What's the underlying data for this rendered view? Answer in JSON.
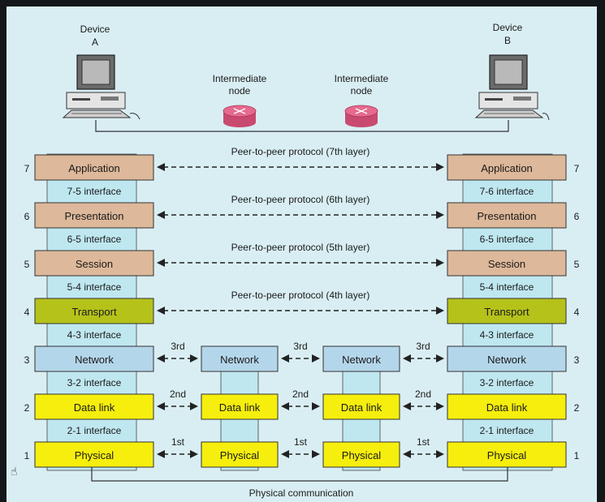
{
  "devices": {
    "a": {
      "title": "Device",
      "id": "A"
    },
    "b": {
      "title": "Device",
      "id": "B"
    }
  },
  "intermediate": {
    "line1": "Intermediate",
    "line2": "node"
  },
  "layers": [
    {
      "num": "7",
      "name": "Application",
      "color": "#ddb89a"
    },
    {
      "num": "6",
      "name": "Presentation",
      "color": "#ddb89a"
    },
    {
      "num": "5",
      "name": "Session",
      "color": "#ddb89a"
    },
    {
      "num": "4",
      "name": "Transport",
      "color": "#b5c21a"
    },
    {
      "num": "3",
      "name": "Network",
      "color": "#b4d6ea"
    },
    {
      "num": "2",
      "name": "Data link",
      "color": "#f6ee0d"
    },
    {
      "num": "1",
      "name": "Physical",
      "color": "#f6ee0d"
    }
  ],
  "interfaces": {
    "left": [
      "7-5 interface",
      "6-5 interface",
      "5-4 interface",
      "4-3 interface",
      "3-2 interface",
      "2-1 interface"
    ],
    "right": [
      "7-6 interface",
      "6-5 interface",
      "5-4 interface",
      "4-3 interface",
      "3-2 interface",
      "2-1 interface"
    ]
  },
  "peer_protocols": [
    "Peer-to-peer protocol (7th layer)",
    "Peer-to-peer protocol (6th layer)",
    "Peer-to-peer protocol (5th layer)",
    "Peer-to-peer protocol (4th layer)"
  ],
  "hop_labels": {
    "network": "3rd",
    "datalink": "2nd",
    "physical": "1st"
  },
  "physical_communication": "Physical communication",
  "colors": {
    "background": "#d9eef3",
    "interface_fill": "#bfe7f0",
    "router": "#e66a8e",
    "frame": "#14171a"
  }
}
